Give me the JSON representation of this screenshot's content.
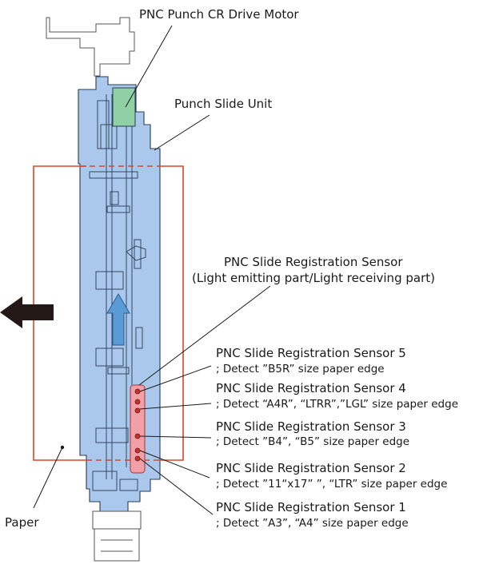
{
  "labels": {
    "motor": "PNC Punch CR Drive Motor",
    "slide_unit": "Punch Slide Unit",
    "slide_sensor_line1": "PNC Slide Registration Sensor",
    "slide_sensor_line2": "(Light emitting part/Light receiving part)",
    "paper": "Paper"
  },
  "sensors": [
    {
      "name": "PNC Slide Registration Sensor 5",
      "detail": "; Detect ”B5R” size paper edge"
    },
    {
      "name": "PNC Slide Registration Sensor 4",
      "detail": "; Detect “A4R”, “LTRR”,”LGL” size paper edge"
    },
    {
      "name": "PNC Slide Registration Sensor 3",
      "detail": "; Detect ”B4”, “B5” size paper edge"
    },
    {
      "name": "PNC Slide Registration Sensor 2",
      "detail": "; Detect ”11“x17” ”, “LTR” size paper edge"
    },
    {
      "name": "PNC Slide Registration Sensor 1",
      "detail": "; Detect ”A3”, “A4” size paper edge"
    }
  ],
  "colors": {
    "unit_fill": "#a9c8ec",
    "unit_stroke": "#2b3a55",
    "paper_border": "#d9472b",
    "sensor_bar": "#f2a0a8",
    "sensor_dot": "#c0342b",
    "motor": "#8fd1a5",
    "arrow_blue": "#5b9bd5",
    "black_arrow": "#231815"
  }
}
